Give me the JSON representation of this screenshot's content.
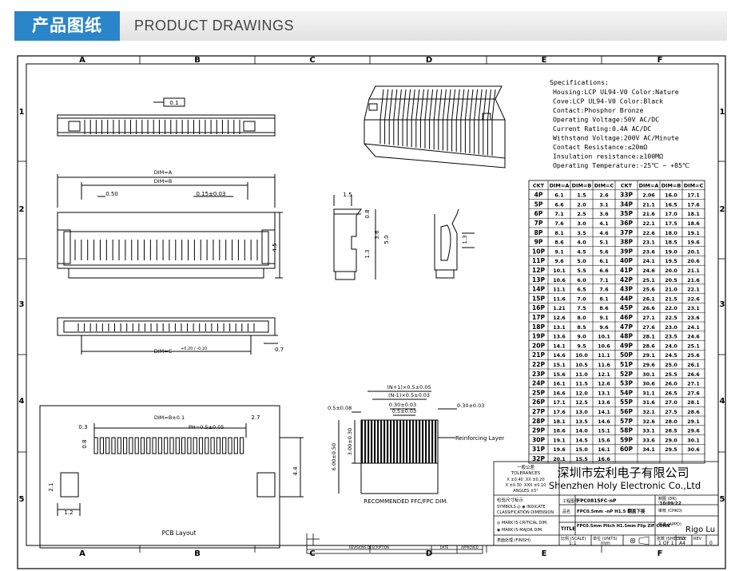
{
  "header": {
    "title_cn": "产品图纸",
    "title_en": "PRODUCT DRAWINGS"
  },
  "grid": {
    "cols": [
      "A",
      "B",
      "C",
      "D",
      "E",
      "F"
    ],
    "rows": [
      "1",
      "2",
      "3",
      "4",
      "5"
    ]
  },
  "specs": {
    "title": "Specifications:",
    "lines": [
      "Housing:LCP UL94-V0 Color:Nature",
      "Cove:LCP UL94-V0 Color:Black",
      "Contact:Phosphor Bronze",
      "Operating Voltage:50V AC/DC",
      "Current Rating:0.4A AC/DC",
      "Withstand Voltage:200V AC/Minute",
      "Contact Resistance:≤20mΩ",
      "Insulation resistance:≥100MΩ",
      "Operating Temperature:-25℃ ~ +85℃"
    ]
  },
  "dims": {
    "top_side_01": "0.1",
    "dim_a": "DIM=A",
    "dim_b": "DIM=B",
    "d050": "0.50",
    "d015": "0.15±0.03",
    "h45": "4.5",
    "dim_c": "DIM=C",
    "c_tol": "+0.20 / -0.10",
    "d07": "0.7",
    "d15": "1.5",
    "d08": "0.8",
    "d36": "3.6",
    "d50": "5.0",
    "d13": "1.3",
    "d13b": "1.3",
    "pcb_dimb": "DIM=B±0.1",
    "pcb_27": "2.7",
    "pcb_03": "0.3",
    "pcb_ph": "PH=0.5±0.05",
    "pcb_08": "0.8",
    "pcb_21": "2.1",
    "pcb_44": "4.4",
    "pcb_12": "1.2",
    "pcb_label": "PCB Layout",
    "ffc_n1": "(N+1)×0.5±0.05",
    "ffc_n2": "(N-1)×0.5±0.03",
    "ffc_030": "0.30±0.03",
    "ffc_050": "0.5±0.03",
    "ffc_030r": "0.30±0.03",
    "ffc_05": "0.5±0.08",
    "ffc_600": "6.00±0.50",
    "ffc_300": "3.00±0.30",
    "ffc_reinforce": "Reinforcing Layer",
    "ffc_label": "RECOMMENDED FFC/FPC DIM."
  },
  "table": {
    "headers": [
      "CKT",
      "DIM=A",
      "DIM=B",
      "DIM=C",
      "CKT",
      "DIM=A",
      "DIM=B",
      "DIM=C"
    ],
    "rows": [
      [
        "4P",
        "6.1",
        "1.5",
        "2.6",
        "33P",
        "2.06",
        "16.0",
        "17.1"
      ],
      [
        "5P",
        "6.6",
        "2.0",
        "3.1",
        "34P",
        "21.1",
        "16.5",
        "17.6"
      ],
      [
        "6P",
        "7.1",
        "2.5",
        "3.6",
        "35P",
        "21.6",
        "17.0",
        "18.1"
      ],
      [
        "7P",
        "7.6",
        "3.0",
        "4.1",
        "36P",
        "22.1",
        "17.5",
        "18.6"
      ],
      [
        "8P",
        "8.1",
        "3.5",
        "4.6",
        "37P",
        "22.6",
        "18.0",
        "19.1"
      ],
      [
        "9P",
        "8.6",
        "4.0",
        "5.1",
        "38P",
        "23.1",
        "18.5",
        "19.6"
      ],
      [
        "10P",
        "9.1",
        "4.5",
        "5.6",
        "39P",
        "23.6",
        "19.0",
        "20.1"
      ],
      [
        "11P",
        "9.6",
        "5.0",
        "6.1",
        "40P",
        "24.1",
        "19.5",
        "20.6"
      ],
      [
        "12P",
        "10.1",
        "5.5",
        "6.6",
        "41P",
        "24.6",
        "20.0",
        "21.1"
      ],
      [
        "13P",
        "10.6",
        "6.0",
        "7.1",
        "42P",
        "25.1",
        "20.5",
        "21.6"
      ],
      [
        "14P",
        "11.1",
        "6.5",
        "7.6",
        "43P",
        "25.6",
        "21.0",
        "22.1"
      ],
      [
        "15P",
        "11.6",
        "7.0",
        "8.1",
        "44P",
        "26.1",
        "21.5",
        "22.6"
      ],
      [
        "16P",
        "1.21",
        "7.5",
        "8.6",
        "45P",
        "26.6",
        "22.0",
        "23.1"
      ],
      [
        "17P",
        "12.6",
        "8.0",
        "9.1",
        "46P",
        "27.1",
        "22.5",
        "23.6"
      ],
      [
        "18P",
        "13.1",
        "8.5",
        "9.6",
        "47P",
        "27.6",
        "23.0",
        "24.1"
      ],
      [
        "19P",
        "13.6",
        "9.0",
        "10.1",
        "48P",
        "28.1",
        "23.5",
        "24.6"
      ],
      [
        "20P",
        "14.1",
        "9.5",
        "10.6",
        "49P",
        "28.6",
        "24.0",
        "25.1"
      ],
      [
        "21P",
        "14.6",
        "10.0",
        "11.1",
        "50P",
        "29.1",
        "24.5",
        "25.6"
      ],
      [
        "22P",
        "15.1",
        "10.5",
        "11.6",
        "51P",
        "29.6",
        "25.0",
        "26.1"
      ],
      [
        "23P",
        "15.6",
        "11.0",
        "12.1",
        "52P",
        "30.1",
        "25.5",
        "26.6"
      ],
      [
        "24P",
        "16.1",
        "11.5",
        "12.6",
        "53P",
        "30.6",
        "26.0",
        "27.1"
      ],
      [
        "25P",
        "16.6",
        "12.0",
        "13.1",
        "54P",
        "31.1",
        "26.5",
        "27.6"
      ],
      [
        "26P",
        "17.1",
        "12.5",
        "13.6",
        "55P",
        "31.6",
        "27.0",
        "28.1"
      ],
      [
        "27P",
        "17.6",
        "13.0",
        "14.1",
        "56P",
        "32.1",
        "27.5",
        "28.6"
      ],
      [
        "28P",
        "18.1",
        "13.5",
        "14.6",
        "57P",
        "32.6",
        "28.0",
        "29.1"
      ],
      [
        "29P",
        "18.6",
        "14.0",
        "15.1",
        "58P",
        "33.1",
        "28.5",
        "29.6"
      ],
      [
        "30P",
        "19.1",
        "14.5",
        "15.6",
        "59P",
        "33.6",
        "29.0",
        "30.1"
      ],
      [
        "31P",
        "19.6",
        "15.0",
        "16.1",
        "60P",
        "34.1",
        "29.5",
        "30.6"
      ],
      [
        "32P",
        "20.1",
        "15.5",
        "16.6",
        "",
        "",
        "",
        ""
      ]
    ]
  },
  "titleblock": {
    "company_cn": "深圳市宏利电子有限公司",
    "company_en": "Shenzhen Holy Electronic Co.,Ltd",
    "tol_title_cn": "一般公差",
    "tol_title_en": "TOLERANCES",
    "tol_line1": "X ±0.40   .XX ±0.20",
    "tol_line2": "X ±0.30   .XXX ±0.10",
    "tol_line3": "ANGLES   ±5°",
    "inspect": "检验尺寸标示",
    "symbols": "SYMBOLS ◎ ◉ INDICATE",
    "classification": "CLASSIFICATION DIMENSION",
    "critical": "◎ MARK IS CRITICAL DIM.",
    "major": "◉ MARK IS MAJOR DIM.",
    "finish": "表面处理 (FINISH)",
    "part_label": "工程图号",
    "part_no": "FPC0815FC-nP",
    "name_label": "品名",
    "name_val": "FPC0.5mm -nP H1.5 翻盖下接",
    "title_label": "TITLE",
    "title_val": "FPC0.5mm Pitch H1.5mm Flip ZIF CONN",
    "draw_label": "制图 (DR)",
    "draw_date": "'10/09/22",
    "check_label": "审核 (CHKD)",
    "approve_label": "核准 (APPD)",
    "approver": "Rigo Lu",
    "scale_label": "比例 (SCALE)",
    "scale_val": "1:1",
    "unit_label": "单位 (UNITS)",
    "unit_val": "mm",
    "sheets_label": "张数 (SHEETS)",
    "sheets_val": "1 OF 1",
    "size_label": "SIZE",
    "size_val": "A4",
    "rev_label": "REV",
    "rev_val": "0",
    "rev_hdr1": "REVISIONS DESCRIPTION",
    "rev_hdr2": "DATE",
    "rev_hdr3": "APPROVED"
  }
}
